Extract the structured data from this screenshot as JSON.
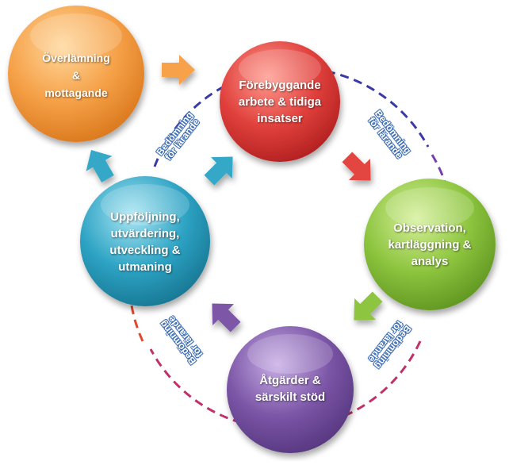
{
  "nodes": [
    {
      "id": "overlamning",
      "lines": [
        "Överlämning",
        "&",
        "mottagande"
      ],
      "color": "#f5a047"
    },
    {
      "id": "forebyggande",
      "lines": [
        "Förebyggande",
        "arbete & tidiga",
        "insatser"
      ],
      "color": "#e0403c"
    },
    {
      "id": "observation",
      "lines": [
        "Observation,",
        "kartläggning &",
        "analys"
      ],
      "color": "#8cc43e"
    },
    {
      "id": "atgarder",
      "lines": [
        "Åtgärder &",
        "särskilt stöd"
      ],
      "color": "#7b55a6"
    },
    {
      "id": "uppfoljning",
      "lines": [
        "Uppföljning,",
        "utvärdering,",
        "utveckling &",
        "utmaning"
      ],
      "color": "#2ea3c4"
    }
  ],
  "assessment_label": {
    "line1": "Bedömning",
    "line2": "för lärande"
  },
  "arrow_colors": [
    "#f7a24c",
    "#e3443f",
    "#8dc540",
    "#7d57a8",
    "#35a8c8",
    "#35a8c8"
  ],
  "ring_colors": [
    "#3a3aa6",
    "#7a3fa8",
    "#c0316a",
    "#e0492f"
  ]
}
